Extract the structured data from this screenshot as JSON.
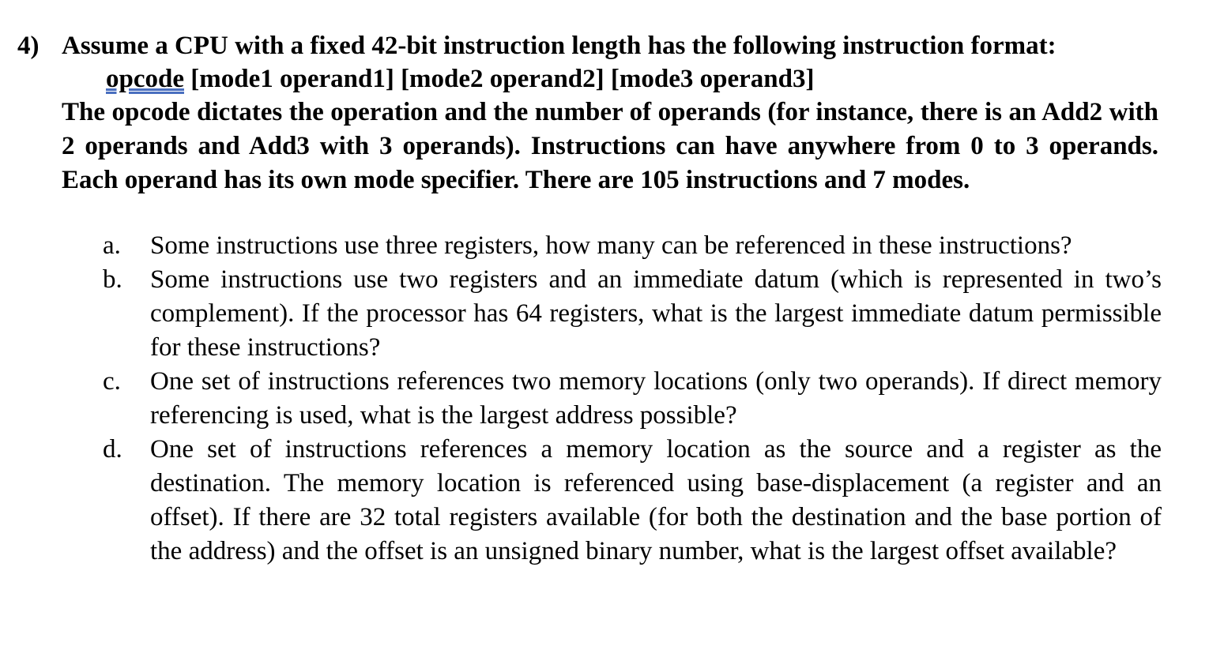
{
  "question": {
    "number": "4)",
    "title": "Assume a CPU with a fixed 42-bit instruction length has the following instruction format:",
    "format": {
      "opcode": "opcode",
      "rest": " [mode1 operand1] [mode2 operand2] [mode3 operand3]"
    },
    "body": "The opcode dictates the operation and the number of operands (for instance, there is an Add2 with 2 operands and Add3 with 3 operands). Instructions can have anywhere from 0 to 3 operands. Each operand has its own mode specifier. There are 105 instructions and 7 modes.",
    "items": [
      {
        "marker": "a.",
        "text": "Some instructions use three registers, how many can be referenced in these instructions?"
      },
      {
        "marker": "b.",
        "text": "Some instructions use two registers and an immediate datum (which is represented in two’s complement). If the processor has 64 registers, what is the largest immediate datum permissible for these instructions?"
      },
      {
        "marker": "c.",
        "text": "One set of instructions references two memory locations (only two operands). If direct memory referencing is used, what is the largest address possible?"
      },
      {
        "marker": "d.",
        "text": "One set of instructions references a memory location as the source and a register as the destination. The memory location is referenced using base-displacement (a register and an offset). If there are 32 total registers available (for both the destination and the base portion of the address) and the offset is an unsigned binary number, what is the largest offset available?"
      }
    ]
  }
}
